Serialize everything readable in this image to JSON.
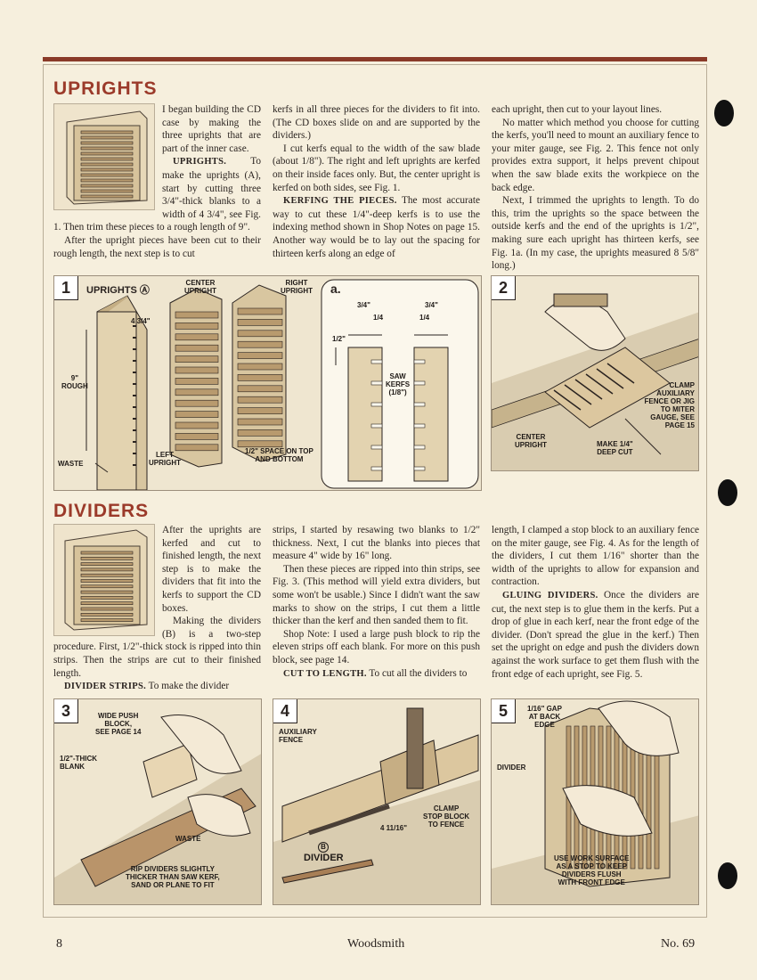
{
  "uprights": {
    "title": "UPRIGHTS",
    "col1": [
      [
        "",
        "I began building the CD case by making the three uprights that are part of the inner case."
      ],
      [
        "UPRIGHTS.",
        "To make the uprights (A), start by cutting three 3/4\"-thick blanks to a width of 4 3/4\", see Fig. 1. Then trim these pieces to a rough length of 9\"."
      ],
      [
        "",
        "After the upright pieces have been cut to their rough length, the next step is to cut"
      ]
    ],
    "col2": [
      [
        "",
        "kerfs in all three pieces for the dividers to fit into. (The CD boxes slide on and are supported by the dividers.)"
      ],
      [
        "",
        "I cut kerfs equal to the width of the saw blade (about 1/8\"). The right and left uprights are kerfed on their inside faces only. But, the center upright is kerfed on both sides, see Fig. 1."
      ],
      [
        "KERFING THE PIECES.",
        "The most accurate way to cut these 1/4\"-deep kerfs is to use the indexing method shown in Shop Notes on page 15. Another way would be to lay out the spacing for thirteen kerfs along an edge of"
      ]
    ],
    "col3": [
      [
        "",
        "each upright, then cut to your layout lines."
      ],
      [
        "",
        "No matter which method you choose for cutting the kerfs, you'll need to mount an auxiliary fence to your miter gauge, see Fig. 2. This fence not only provides extra support, it helps prevent chipout when the saw blade exits the workpiece on the back edge."
      ],
      [
        "",
        "Next, I trimmed the uprights to length. To do this, trim the uprights so the space between the outside kerfs and the end of the uprights is 1/2\", making sure each upright has thirteen kerfs, see Fig. 1a. (In my case, the uprights measured 8 5/8\" long.)"
      ]
    ]
  },
  "dividers": {
    "title": "DIVIDERS",
    "col1": [
      [
        "",
        "After the uprights are kerfed and cut to finished length, the next step is to make the dividers that fit into the kerfs to support the CD boxes."
      ],
      [
        "",
        "Making the dividers (B) is a two-step procedure. First, 1/2\"-thick stock is ripped into thin strips. Then the strips are cut to their finished length."
      ],
      [
        "DIVIDER STRIPS.",
        "To make the divider"
      ]
    ],
    "col2": [
      [
        "",
        "strips, I started by resawing two blanks to 1/2\" thickness. Next, I cut the blanks into pieces that measure 4\" wide by 16\" long."
      ],
      [
        "",
        "Then these pieces are ripped into thin strips, see Fig. 3. (This method will yield extra dividers, but some won't be usable.) Since I didn't want the saw marks to show on the strips, I cut them a little thicker than the kerf and then sanded them to fit."
      ],
      [
        "",
        "Shop Note: I used a large push block to rip the eleven strips off each blank. For more on this push block, see page 14."
      ],
      [
        "CUT TO LENGTH.",
        "To cut all the dividers to"
      ]
    ],
    "col3": [
      [
        "",
        "length, I clamped a stop block to an auxiliary fence on the miter gauge, see Fig. 4. As for the length of the dividers, I cut them 1/16\" shorter than the width of the uprights to allow for expansion and contraction."
      ],
      [
        "GLUING DIVIDERS.",
        "Once the dividers are cut, the next step is to glue them in the kerfs. Put a drop of glue in each kerf, near the front edge of the divider. (Don't spread the glue in the kerf.) Then set the upright on edge and push the dividers down against the work surface to get them flush with the front edge of each upright, see Fig. 5."
      ]
    ]
  },
  "fig1": {
    "num": "1",
    "title": "UPRIGHTS Ⓐ",
    "center": "CENTER\nUPRIGHT",
    "right": "RIGHT\nUPRIGHT",
    "width": "4 3/4\"",
    "rough": "9\"\nROUGH",
    "waste": "WASTE",
    "left": "LEFT\nUPRIGHT",
    "space": "1/2\" SPACE ON TOP\nAND BOTTOM",
    "a_label": "a.",
    "dim_3_4": "3/4\"",
    "dim_1_4": "1/4",
    "dim_half": "1/2\"",
    "kerfs": "SAW\nKERFS\n(1/8\")"
  },
  "fig2": {
    "num": "2",
    "clamp": "CLAMP\nAUXILIARY\nFENCE OR JIG\nTO MITER\nGAUGE, SEE\nPAGE 15",
    "center": "CENTER\nUPRIGHT",
    "make": "MAKE 1/4\"\nDEEP CUT"
  },
  "fig3": {
    "num": "3",
    "push": "WIDE PUSH\nBLOCK,\nSEE PAGE 14",
    "blank": "1/2\"-THICK\nBLANK",
    "waste": "WASTE",
    "rip": "RIP DIVIDERS SLIGHTLY\nTHICKER THAN SAW KERF,\nSAND OR PLANE TO FIT"
  },
  "fig4": {
    "num": "4",
    "fence": "AUXILIARY\nFENCE",
    "clamp": "CLAMP\nSTOP BLOCK\nTO FENCE",
    "len": "4 11/16\"",
    "divider": "DIVIDER",
    "b": "B"
  },
  "fig5": {
    "num": "5",
    "gap": "1/16\" GAP\nAT BACK\nEDGE",
    "divider": "DIVIDER",
    "use": "USE WORK SURFACE\nAS A STOP TO KEEP\nDIVIDERS FLUSH\nWITH FRONT EDGE"
  },
  "footer": {
    "page": "8",
    "mag": "Woodsmith",
    "issue": "No. 69"
  },
  "colors": {
    "accent": "#9b3a2a",
    "paper": "#f6efdd"
  }
}
